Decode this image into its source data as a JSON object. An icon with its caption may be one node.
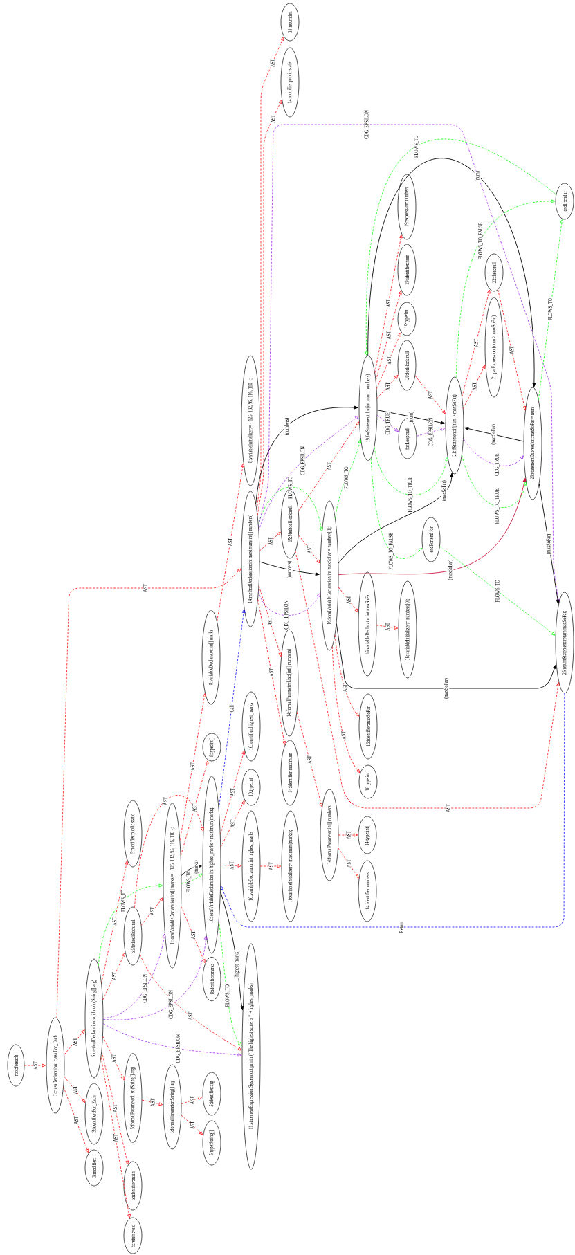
{
  "diagram": {
    "nodes": [
      {
        "text": [
          "root:foreach"
        ]
      },
      {
        "text": [
          "3:classDeclaration: class For_Each"
        ]
      },
      {
        "text": [
          "3:identifier:For_Each"
        ]
      },
      {
        "text": [
          "3:modifier:"
        ]
      },
      {
        "text": [
          "5:methodDeclaration:void main(String[] arg)"
        ]
      },
      {
        "text": [
          "5:modifier:public static"
        ]
      },
      {
        "text": [
          "6:MethodBlock:null"
        ]
      },
      {
        "text": [
          "5:formalParameterList:(String[] arg)"
        ]
      },
      {
        "text": [
          "5:identifier:main"
        ]
      },
      {
        "text": [
          "5:return:void"
        ]
      },
      {
        "text": [
          "5:formalParameter:String[] arg"
        ]
      },
      {
        "text": [
          "5:identifier:arg"
        ]
      },
      {
        "text": [
          "5:type:String[]"
        ]
      },
      {
        "text": [
          "8:localVariableDeclaration:int[] marks = { 125, 132, 95, 116, 110 };"
        ]
      },
      {
        "text": [
          "8:identifier:marks"
        ]
      },
      {
        "text": [
          "8:type:int[]"
        ]
      },
      {
        "text": [
          "8:variableDeclarator:int[] marks"
        ]
      },
      {
        "text": [
          "8:variableInitializer:= { 125, 132, 95, 116, 110 };"
        ]
      },
      {
        "text": [
          "10:localVariableDeclaration:int highest_marks = maximum(marks);"
        ]
      },
      {
        "text": [
          "10:type:int"
        ]
      },
      {
        "text": [
          "10:identifier:highest_marks"
        ]
      },
      {
        "text": [
          "10:variableDeclarator:int highest_marks"
        ]
      },
      {
        "text": [
          "10:variableInitializer:= maximum(marks);"
        ]
      },
      {
        "text": [
          "11:statementExpression:System.out.println(\"The highest score is \" + highest_marks)"
        ]
      },
      {
        "text": [
          "14:methodDeclaration:int maximum(int[] numbers)"
        ]
      },
      {
        "text": [
          "14:modifier:public static"
        ]
      },
      {
        "text": [
          "14:return:int"
        ]
      },
      {
        "text": [
          "14:identifier:maximum"
        ]
      },
      {
        "text": [
          "14:formalParameterList:(int[] numbers)"
        ]
      },
      {
        "text": [
          "14:formalParameter:int[] numbers"
        ]
      },
      {
        "text": [
          "14:type:int[]"
        ]
      },
      {
        "text": [
          "14:identifier:numbers"
        ]
      },
      {
        "text": [
          "15:MethodBlock:null"
        ]
      },
      {
        "text": [
          "16:localVariableDeclaration:int maxSoFar = numbers[0];"
        ]
      },
      {
        "text": [
          "16:type:int"
        ]
      },
      {
        "text": [
          "16:identifier:maxSoFar"
        ]
      },
      {
        "text": [
          "16:variableDeclarator:int maxSoFar"
        ]
      },
      {
        "text": [
          "16:variableInitializer:= numbers[0];"
        ]
      },
      {
        "text": [
          "19:forStatement:for(int num : numbers)"
        ]
      },
      {
        "text": [
          "19:type:int"
        ]
      },
      {
        "text": [
          "19:identifier:num"
        ]
      },
      {
        "text": [
          "19:expression:numbers"
        ]
      },
      {
        "text": [
          "20:forBlock:null"
        ]
      },
      {
        "text": [
          "forLoop:null"
        ]
      },
      {
        "text": [
          "21:ifStatement:if(num > maxSoFar)"
        ]
      },
      {
        "text": [
          "21:parExpression:(num > maxSoFar)"
        ]
      },
      {
        "text": [
          "22:then:null"
        ]
      },
      {
        "text": [
          "23:statementExpression:maxSoFar = num"
        ]
      },
      {
        "text": [
          "endIf:end if"
        ]
      },
      {
        "text": [
          "endFor:end for"
        ]
      },
      {
        "text": [
          "26:returnStatement:return maxSoFar;"
        ]
      }
    ],
    "edges": [
      {
        "from": 0,
        "to": 1,
        "arrow": "to",
        "label": "AST",
        "style": "dashed"
      },
      {
        "from": 1,
        "to": 2,
        "arrow": "to",
        "label": "AST",
        "style": "dashed"
      },
      {
        "from": 1,
        "to": 3,
        "arrow": "to",
        "label": "AST",
        "style": "dashed"
      },
      {
        "from": 1,
        "to": 4,
        "arrow": "to",
        "label": "AST",
        "style": "dashed"
      },
      {
        "from": 1,
        "to": 24,
        "arrow": "to",
        "label": "AST",
        "style": "dashed"
      },
      {
        "from": 4,
        "to": 5,
        "arrow": "to",
        "label": "AST",
        "style": "dashed"
      },
      {
        "from": 4,
        "to": 6,
        "arrow": "to",
        "label": "AST",
        "style": "dashed"
      },
      {
        "from": 4,
        "to": 7,
        "arrow": "to",
        "label": "AST",
        "style": "dashed"
      },
      {
        "from": 4,
        "to": 8,
        "arrow": "to",
        "label": "AST",
        "style": "dashed"
      },
      {
        "from": 4,
        "to": 9,
        "arrow": "to",
        "label": "AST",
        "style": "dashed"
      },
      {
        "from": 7,
        "to": 10,
        "arrow": "to",
        "label": "AST",
        "style": "dashed"
      },
      {
        "from": 10,
        "to": 11,
        "arrow": "to",
        "label": "AST",
        "style": "dashed"
      },
      {
        "from": 10,
        "to": 12,
        "arrow": "to",
        "label": "AST",
        "style": "dashed"
      },
      {
        "from": 4,
        "to": 13,
        "arrow": "to",
        "label": "FLOWS_TO",
        "style": "dashed",
        "color": "#00ff00"
      },
      {
        "from": 4,
        "to": 13,
        "arrow": "to",
        "label": "CDG_EPSILON",
        "style": "dashed",
        "color": "#a020f0"
      },
      {
        "from": 4,
        "to": 18,
        "arrow": "to",
        "label": "CDG_EPSILON",
        "style": "dashed",
        "color": "#a020f0"
      },
      {
        "from": 4,
        "to": 23,
        "arrow": "to",
        "label": "CDG_EPSILON",
        "style": "dashed",
        "color": "#a020f0"
      },
      {
        "from": 6,
        "to": 13,
        "arrow": "to",
        "label": "AST",
        "style": "dashed"
      },
      {
        "from": 6,
        "to": 23,
        "arrow": "to",
        "label": "AST",
        "style": "dashed"
      },
      {
        "from": 6,
        "to": 18,
        "arrow": "to",
        "label": "AST",
        "style": "dashed"
      },
      {
        "from": 13,
        "to": 14,
        "arrow": "to",
        "label": "AST",
        "style": "dashed"
      },
      {
        "from": 13,
        "to": 15,
        "arrow": "to",
        "label": "AST",
        "style": "dashed"
      },
      {
        "from": 13,
        "to": 16,
        "arrow": "to",
        "label": "AST",
        "style": "dashed"
      },
      {
        "from": 16,
        "to": 17,
        "arrow": "to",
        "label": "AST",
        "style": "dashed"
      },
      {
        "from": 13,
        "to": 18,
        "arrow": "to",
        "label": "FLOWS_TO",
        "style": "dashed",
        "color": "#00ff00"
      },
      {
        "from": 13,
        "to": 18,
        "arrow": "to",
        "label": "(marks)",
        "color": "#000000"
      },
      {
        "from": 18,
        "to": 19,
        "arrow": "to",
        "label": "AST",
        "style": "dashed"
      },
      {
        "from": 18,
        "to": 20,
        "arrow": "to",
        "label": "AST",
        "style": "dashed"
      },
      {
        "from": 18,
        "to": 21,
        "arrow": "to",
        "label": "AST",
        "style": "dashed"
      },
      {
        "from": 21,
        "to": 22,
        "arrow": "to",
        "label": "AST",
        "style": "dashed"
      },
      {
        "from": 18,
        "to": 23,
        "arrow": "to",
        "label": "FLOWS_TO",
        "style": "dashed",
        "color": "#00ff00"
      },
      {
        "from": 18,
        "to": 23,
        "arrow": "to",
        "label": "(highest_marks)",
        "color": "#000000"
      },
      {
        "from": 18,
        "to": 24,
        "arrow": "to",
        "label": "Call",
        "style": "dashed",
        "color": "#0000ff"
      },
      {
        "from": 50,
        "to": 18,
        "arrow": "to",
        "label": "Return",
        "style": "dashed",
        "color": "#0000ff"
      },
      {
        "from": 24,
        "to": 25,
        "arrow": "to",
        "label": "AST",
        "style": "dashed"
      },
      {
        "from": 24,
        "to": 26,
        "arrow": "to",
        "label": "AST",
        "style": "dashed"
      },
      {
        "from": 24,
        "to": 27,
        "arrow": "to",
        "label": "AST",
        "style": "dashed"
      },
      {
        "from": 24,
        "to": 28,
        "arrow": "to",
        "label": "AST",
        "style": "dashed"
      },
      {
        "from": 24,
        "to": 32,
        "arrow": "to",
        "label": "AST",
        "style": "dashed"
      },
      {
        "from": 28,
        "to": 29,
        "arrow": "to",
        "label": "AST",
        "style": "dashed"
      },
      {
        "from": 29,
        "to": 30,
        "arrow": "to",
        "label": "AST",
        "style": "dashed"
      },
      {
        "from": 29,
        "to": 31,
        "arrow": "to",
        "label": "AST",
        "style": "dashed"
      },
      {
        "from": 32,
        "to": 33,
        "arrow": "to",
        "label": "AST",
        "style": "dashed"
      },
      {
        "from": 32,
        "to": 38,
        "arrow": "to",
        "label": "AST",
        "style": "dashed"
      },
      {
        "from": 32,
        "to": 50,
        "arrow": "to",
        "label": "AST",
        "style": "dashed"
      },
      {
        "from": 33,
        "to": 34,
        "arrow": "to",
        "label": "AST",
        "style": "dashed"
      },
      {
        "from": 33,
        "to": 35,
        "arrow": "to",
        "label": "AST",
        "style": "dashed"
      },
      {
        "from": 33,
        "to": 36,
        "arrow": "to",
        "label": "AST",
        "style": "dashed"
      },
      {
        "from": 36,
        "to": 37,
        "arrow": "to",
        "label": "AST",
        "style": "dashed"
      },
      {
        "from": 24,
        "to": 33,
        "arrow": "to",
        "label": "FLOWS_TO",
        "style": "dashed",
        "color": "#00ff00"
      },
      {
        "from": 24,
        "to": 33,
        "arrow": "to",
        "label": "CDG_EPSILON",
        "style": "dashed",
        "color": "#a020f0"
      },
      {
        "from": 24,
        "to": 33,
        "arrow": "to",
        "label": "(numbers)",
        "color": "#000000"
      },
      {
        "from": 24,
        "to": 38,
        "arrow": "to",
        "label": "CDG_EPSILON",
        "style": "dashed",
        "color": "#a020f0"
      },
      {
        "from": 24,
        "to": 38,
        "arrow": "to",
        "label": "(numbers)",
        "color": "#000000"
      },
      {
        "from": 24,
        "to": 50,
        "arrow": "to",
        "label": "CDG_EPSILON",
        "style": "dashed",
        "color": "#a020f0"
      },
      {
        "from": 33,
        "to": 38,
        "arrow": "to",
        "label": "FLOWS_TO",
        "style": "dashed",
        "color": "#00ff00"
      },
      {
        "from": 33,
        "to": 44,
        "arrow": "to",
        "label": "(maxSoFar)",
        "color": "#000000"
      },
      {
        "from": 33,
        "to": 47,
        "arrow": "to",
        "label": "(maxSoFar)",
        "color": "#c8143c"
      },
      {
        "from": 33,
        "to": 50,
        "arrow": "to",
        "label": "(maxSoFar)",
        "color": "#000000"
      },
      {
        "from": 38,
        "to": 39,
        "arrow": "to",
        "label": "AST",
        "style": "dashed"
      },
      {
        "from": 38,
        "to": 40,
        "arrow": "to",
        "label": "AST",
        "style": "dashed"
      },
      {
        "from": 38,
        "to": 41,
        "arrow": "to",
        "label": "AST",
        "style": "dashed"
      },
      {
        "from": 38,
        "to": 42,
        "arrow": "to",
        "label": "AST",
        "style": "dashed"
      },
      {
        "from": 38,
        "to": 43,
        "arrow": "to",
        "label": "CDG_TRUE",
        "style": "dashed",
        "color": "#a020f0"
      },
      {
        "from": 38,
        "to": 44,
        "arrow": "to",
        "label": "FLOWS_TO_TRUE",
        "style": "dashed",
        "color": "#00ff00"
      },
      {
        "from": 38,
        "to": 49,
        "arrow": "to",
        "label": "FLOWS_TO_FALSE",
        "style": "dashed",
        "color": "#00ff00"
      },
      {
        "from": 38,
        "to": 44,
        "arrow": "to",
        "label": "(num)",
        "color": "#000000"
      },
      {
        "from": 38,
        "to": 47,
        "arrow": "to",
        "label": "(num)",
        "color": "#000000"
      },
      {
        "from": 42,
        "to": 44,
        "arrow": "to",
        "label": "AST",
        "style": "dashed"
      },
      {
        "from": 43,
        "to": 44,
        "arrow": "to",
        "label": "CDG_EPSILON",
        "style": "dashed",
        "color": "#a020f0"
      },
      {
        "from": 44,
        "to": 45,
        "arrow": "to",
        "label": "AST",
        "style": "dashed"
      },
      {
        "from": 44,
        "to": 46,
        "arrow": "to",
        "label": "AST",
        "style": "dashed"
      },
      {
        "from": 46,
        "to": 47,
        "arrow": "to",
        "label": "AST",
        "style": "dashed"
      },
      {
        "from": 44,
        "to": 47,
        "arrow": "to",
        "label": "CDG_TRUE",
        "style": "dashed",
        "color": "#a020f0"
      },
      {
        "from": 44,
        "to": 47,
        "arrow": "to",
        "label": "FLOWS_TO_TRUE",
        "style": "dashed",
        "color": "#00ff00"
      },
      {
        "from": 47,
        "to": 44,
        "arrow": "to",
        "label": "(maxSoFar)",
        "color": "#000000"
      },
      {
        "from": 44,
        "to": 48,
        "arrow": "to",
        "label": "FLOWS_TO_FALSE",
        "style": "dashed",
        "color": "#00ff00"
      },
      {
        "from": 48,
        "to": 38,
        "arrow": "to",
        "label": "FLOWS_TO",
        "style": "dashed",
        "color": "#00ff00"
      },
      {
        "from": 47,
        "to": 48,
        "arrow": "to",
        "label": "FLOWS_TO",
        "style": "dashed",
        "color": "#00ff00"
      },
      {
        "from": 47,
        "to": 50,
        "arrow": "to",
        "label": "(maxSoFar)",
        "color": "#000000"
      },
      {
        "from": 49,
        "to": 50,
        "arrow": "to",
        "label": "FLOWS_TO",
        "style": "dashed",
        "color": "#00ff00"
      }
    ]
  }
}
